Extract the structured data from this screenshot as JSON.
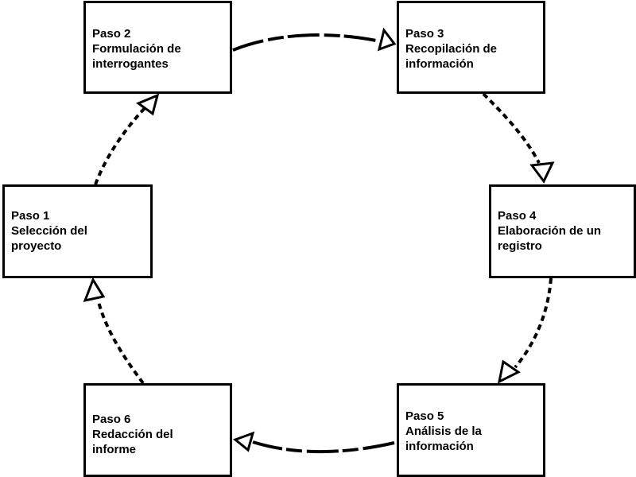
{
  "steps": [
    {
      "id": 1,
      "title": "Paso 1",
      "line1": "Selección del",
      "line2": "proyecto"
    },
    {
      "id": 2,
      "title": "Paso 2",
      "line1": "Formulación de",
      "line2": "interrogantes"
    },
    {
      "id": 3,
      "title": "Paso 3",
      "line1": "Recopilación de",
      "line2": "información"
    },
    {
      "id": 4,
      "title": "Paso 4",
      "line1": "Elaboración de un",
      "line2": "registro"
    },
    {
      "id": 5,
      "title": "Paso 5",
      "line1": "Análisis de la",
      "line2": "información"
    },
    {
      "id": 6,
      "title": "Paso 6",
      "line1": "Redacción del",
      "line2": "informe"
    }
  ],
  "colors": {
    "line": "#000000",
    "box_border": "#000000",
    "background": "#ffffff"
  }
}
